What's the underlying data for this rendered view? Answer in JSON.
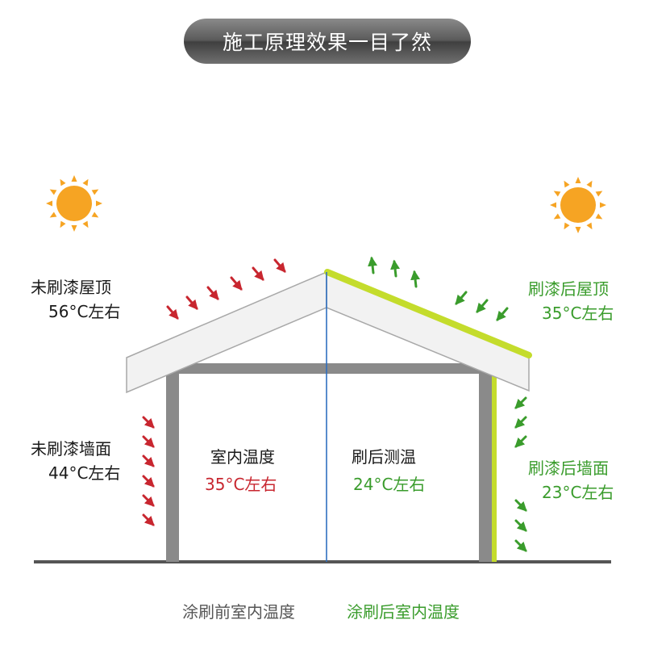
{
  "header": {
    "title": "施工原理效果一目了然"
  },
  "left": {
    "roof_label": "未刷漆屋顶",
    "roof_temp": "56°C左右",
    "wall_label": "未刷漆墙面",
    "wall_temp": "44°C左右"
  },
  "right": {
    "roof_label": "刷漆后屋顶",
    "roof_temp": "35°C左右",
    "wall_label": "刷漆后墙面",
    "wall_temp": "23°C左右"
  },
  "rooms": {
    "left_title": "室内温度",
    "left_temp": "35°C左右",
    "right_title": "刷后测温",
    "right_temp": "24°C左右"
  },
  "footer": {
    "before": "涂刷前室内温度",
    "after": "涂刷后室内温度"
  },
  "colors": {
    "red": "#c8262f",
    "green": "#3a9c2c",
    "coating": "#c4dc2c",
    "sun": "#f6a423",
    "divider": "#2f6fbf",
    "wall": "#8a8a8a"
  },
  "icons": [
    "sun-icon",
    "heat-arrow-icon",
    "reflect-arrow-icon"
  ]
}
